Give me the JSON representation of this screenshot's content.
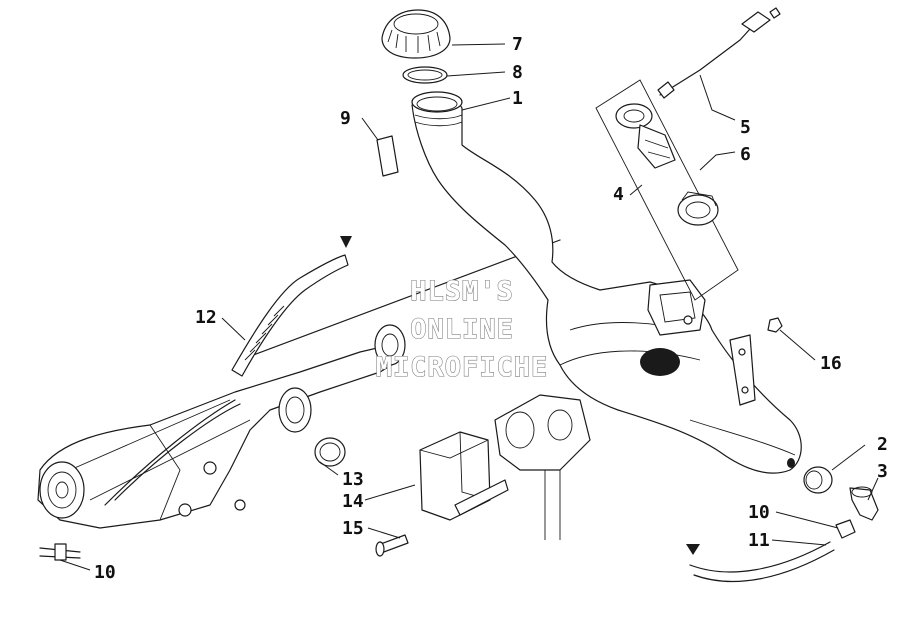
{
  "watermark": {
    "line1": "HLSM'S",
    "line2": "ONLINE",
    "line3": "MICROFICHE"
  },
  "callouts": [
    {
      "label": "7"
    },
    {
      "label": "8"
    },
    {
      "label": "1"
    },
    {
      "label": "9"
    },
    {
      "label": "5"
    },
    {
      "label": "6"
    },
    {
      "label": "4"
    },
    {
      "label": "12"
    },
    {
      "label": "16"
    },
    {
      "label": "2"
    },
    {
      "label": "3"
    },
    {
      "label": "13"
    },
    {
      "label": "14"
    },
    {
      "label": "15"
    },
    {
      "label": "10"
    },
    {
      "label": "11"
    },
    {
      "label": "10"
    }
  ]
}
